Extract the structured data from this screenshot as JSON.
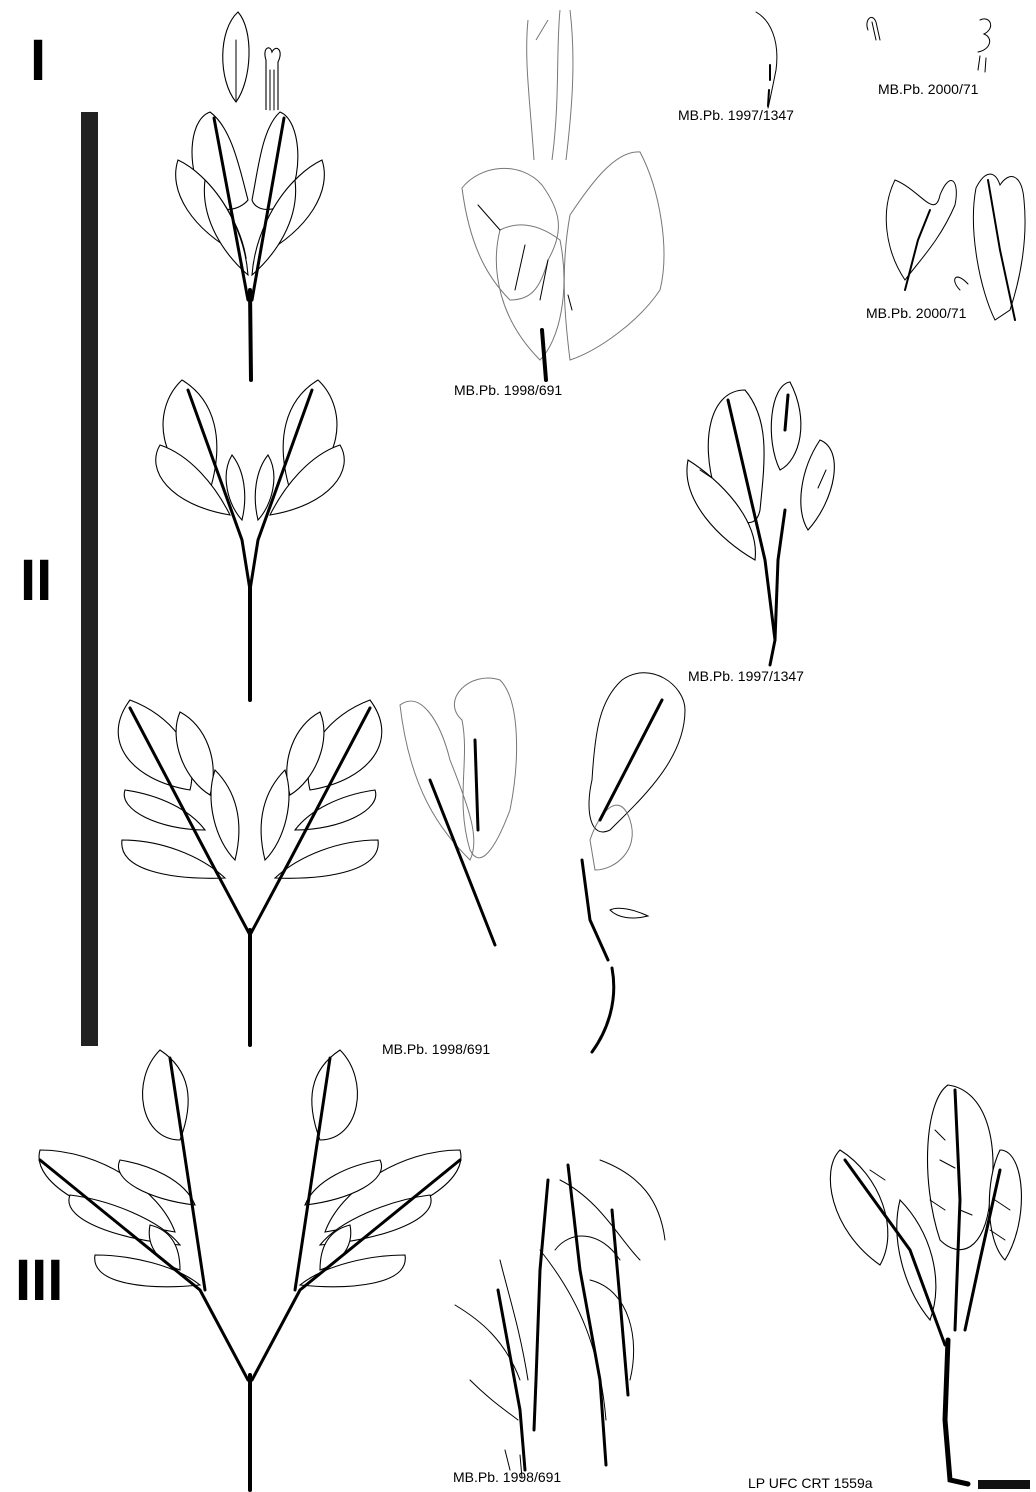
{
  "stages": {
    "one": "I",
    "two": "II",
    "three": "III"
  },
  "specimens": {
    "s1": "MB.Pb. 1997/1347",
    "s2": "MB.Pb. 2000/71",
    "s3": "MB.Pb. 2000/71",
    "s4": "MB.Pb. 1998/691",
    "s5": "MB.Pb. 1997/1347",
    "s6": "MB.Pb. 1998/691",
    "s7": "MB.Pb. 1998/691",
    "s8": "LP UFC CRT 1559a"
  }
}
